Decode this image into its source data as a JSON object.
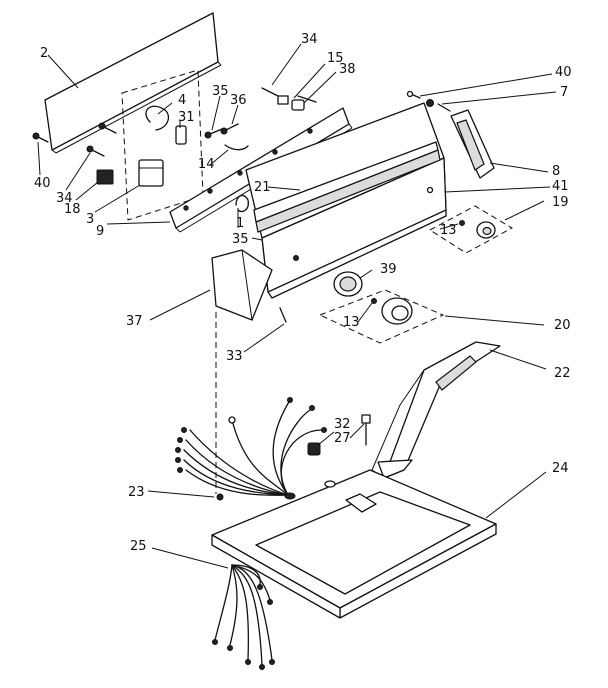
{
  "callouts": {
    "c2": "2",
    "c4": "4",
    "c31": "31",
    "c35a": "35",
    "c36": "36",
    "c34a": "34",
    "c15": "15",
    "c38": "38",
    "c40a": "40",
    "c7": "7",
    "c40b": "40",
    "c34b": "34",
    "c18": "18",
    "c3": "3",
    "c9": "9",
    "c14": "14",
    "c21": "21",
    "c1": "1",
    "c35b": "35",
    "c8": "8",
    "c41": "41",
    "c19": "19",
    "c13a": "13",
    "c39": "39",
    "c37": "37",
    "c13b": "13",
    "c20": "20",
    "c33": "33",
    "c22": "22",
    "c32": "32",
    "c27": "27",
    "c23": "23",
    "c24": "24",
    "c25": "25"
  }
}
